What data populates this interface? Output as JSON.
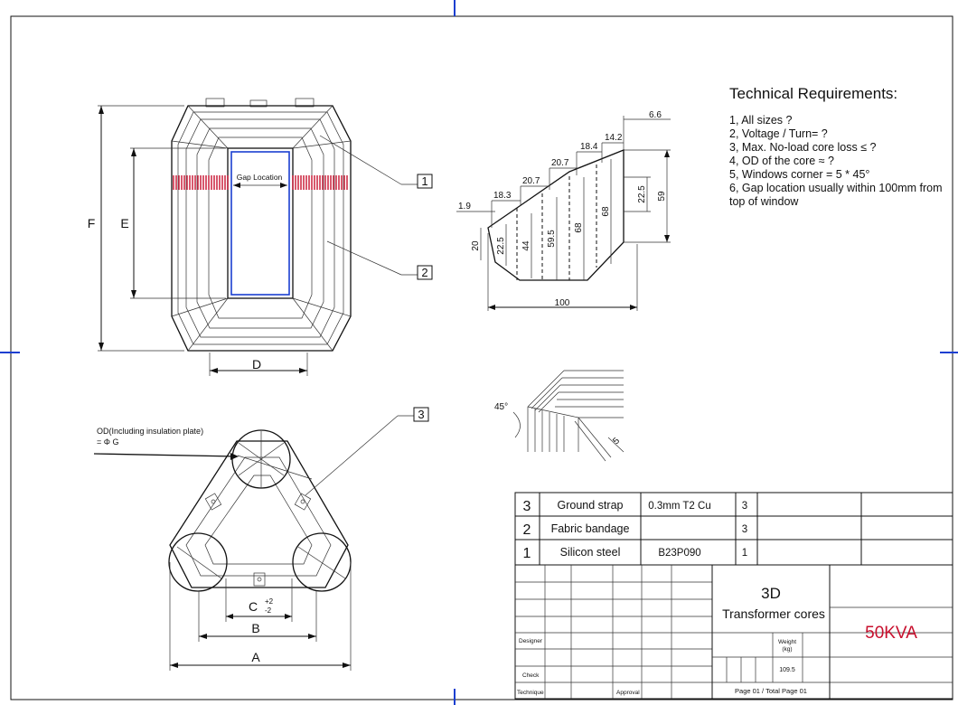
{
  "technical_requirements": {
    "title": "Technical Requirements:",
    "items": [
      "1, All sizes ?",
      "2, Voltage / Turn= ?",
      "3, Max. No-load core loss ≤ ?",
      "4, OD of the core ≈ ?",
      "5, Windows corner = 5 * 45°",
      "6, Gap location usually within 100mm from top of window"
    ]
  },
  "front_view": {
    "gap_location": "Gap Location",
    "dim_F": "F",
    "dim_E": "E",
    "dim_D": "D",
    "balloon_1": "1",
    "balloon_2": "2"
  },
  "top_view": {
    "od_label_1": "OD(Including insulation plate)",
    "od_label_2": "= Φ G",
    "dim_A": "A",
    "dim_B": "B",
    "dim_C": "C",
    "tol_plus": "+2",
    "tol_minus": "-2",
    "balloon_3": "3"
  },
  "section_view": {
    "d_6_6": "6.6",
    "d_14_2": "14.2",
    "d_18_4": "18.4",
    "d_20_7a": "20.7",
    "d_20_7b": "20.7",
    "d_18_3": "18.3",
    "d_1_9": "1.9",
    "d_100": "100",
    "d_20": "20",
    "d_22_5a": "22.5",
    "d_44": "44",
    "d_59_5": "59.5",
    "d_68a": "68",
    "d_68b": "68",
    "d_22_5b": "22.5",
    "d_59": "59"
  },
  "corner_detail": {
    "angle": "45°",
    "size": "5"
  },
  "bom": [
    {
      "no": "3",
      "name": "Ground strap",
      "spec": "0.3mm T2 Cu",
      "qty": "3"
    },
    {
      "no": "2",
      "name": "Fabric bandage",
      "spec": "",
      "qty": "3"
    },
    {
      "no": "1",
      "name": "Silicon steel",
      "spec": "B23P090",
      "qty": "1"
    }
  ],
  "title_block": {
    "title_line1": "3D",
    "title_line2": "Transformer cores",
    "model": "50KVA",
    "designer": "Designer",
    "check": "Check",
    "technique": "Technique",
    "approval": "Approval",
    "weight_label_1": "Weight",
    "weight_label_2": "(kg)",
    "weight_value": "109.5",
    "page": "Page 01  / Total Page 01"
  },
  "colors": {
    "model_text": "#c8102e",
    "gap_band": "#c8102e",
    "window": "#1a3fd0",
    "lines": "#111111"
  }
}
